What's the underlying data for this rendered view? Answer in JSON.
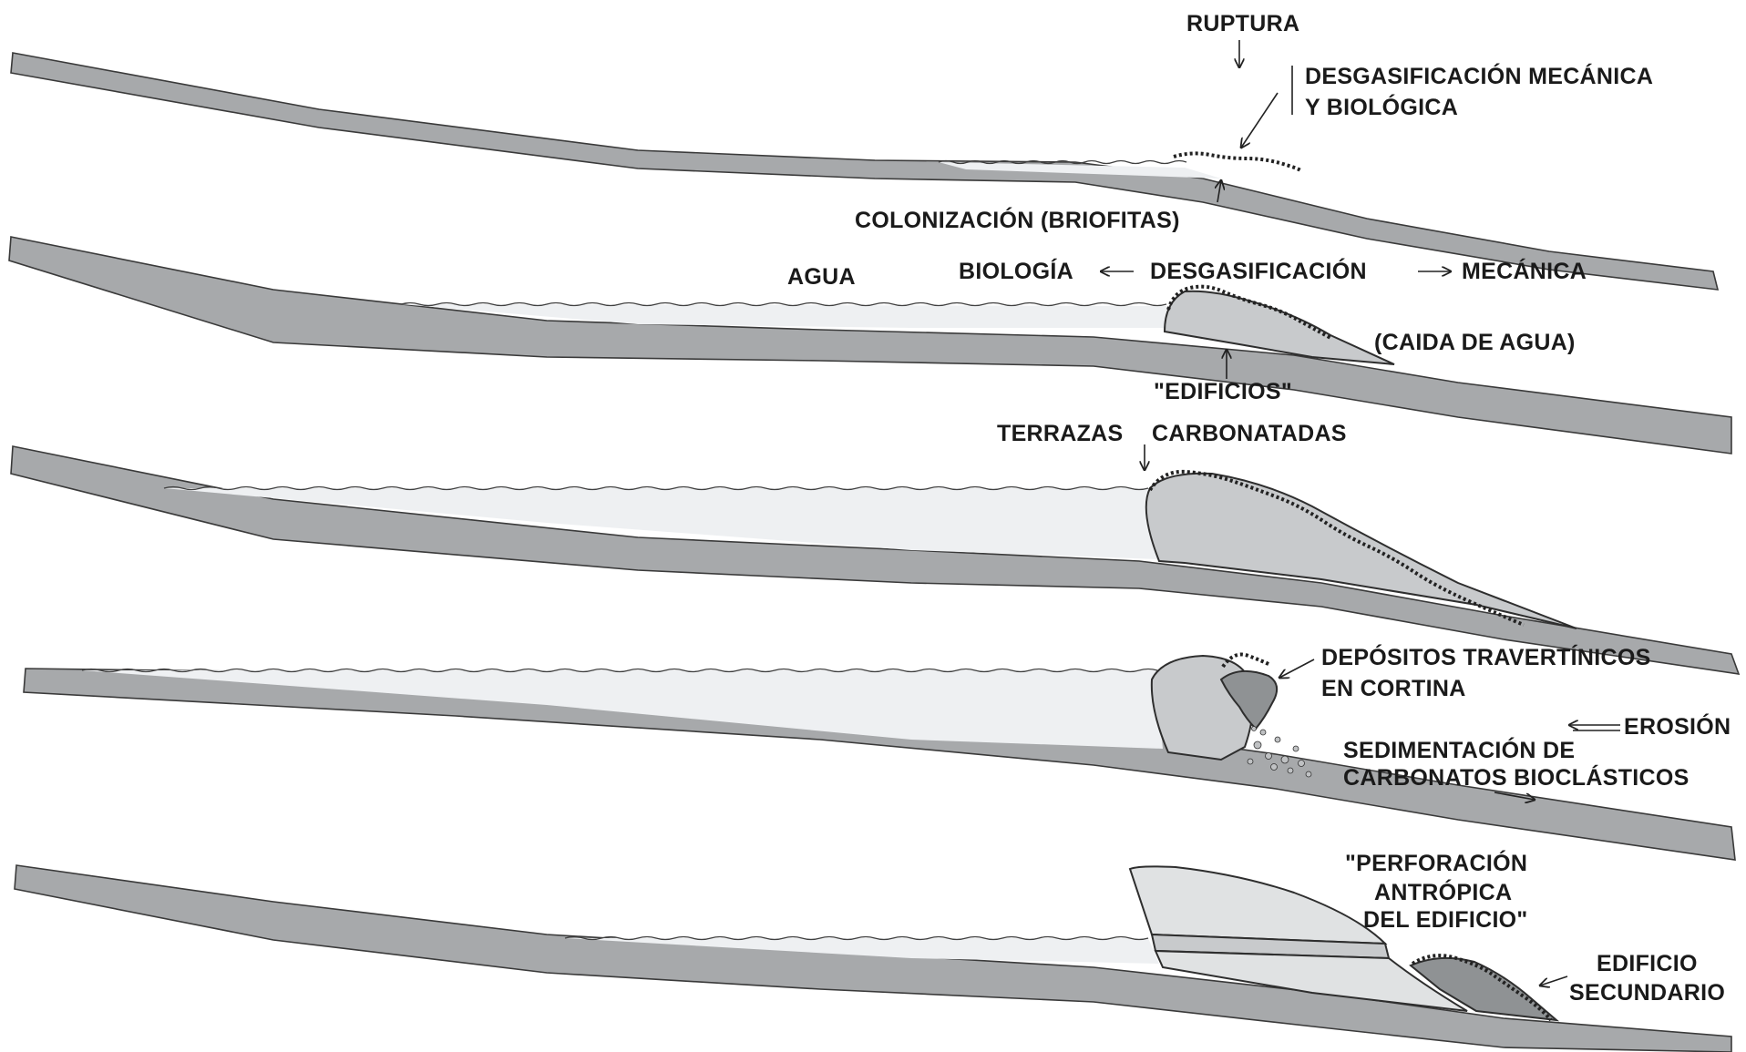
{
  "panel1": {
    "ruptura": "RUPTURA",
    "desgasificacion_line1": "DESGASIFICACIÓN MECÁNICA",
    "desgasificacion_line2": "Y BIOLÓGICA",
    "colonizacion": "COLONIZACIÓN (BRIOFITAS)"
  },
  "panel2": {
    "agua": "AGUA",
    "biologia": "BIOLOGÍA",
    "desgasificacion": "DESGASIFICACIÓN",
    "mecanica": "MECÁNICA",
    "caida": "(CAIDA DE AGUA)",
    "edificios": "\"EDIFICIOS\""
  },
  "panel3": {
    "terrazas_a": "TERRAZAS",
    "terrazas_b": "CARBONATADAS"
  },
  "panel4": {
    "depositos_line1": "DEPÓSITOS TRAVERTÍNICOS",
    "depositos_line2": "EN CORTINA",
    "erosion": "EROSIÓN",
    "sedimentacion_line1": "SEDIMENTACIÓN DE",
    "sedimentacion_line2": "CARBONATOS BIOCLÁSTICOS"
  },
  "panel5": {
    "perforacion_line1": "\"PERFORACIÓN",
    "perforacion_line2": "ANTRÓPICA",
    "perforacion_line3": "DEL EDIFICIO\"",
    "edificio_line1": "EDIFICIO",
    "edificio_line2": "SECUNDARIO"
  },
  "colors": {
    "ground": "#a7a9ab",
    "deposit": "#c8cacc",
    "water": "#eef0f2"
  }
}
